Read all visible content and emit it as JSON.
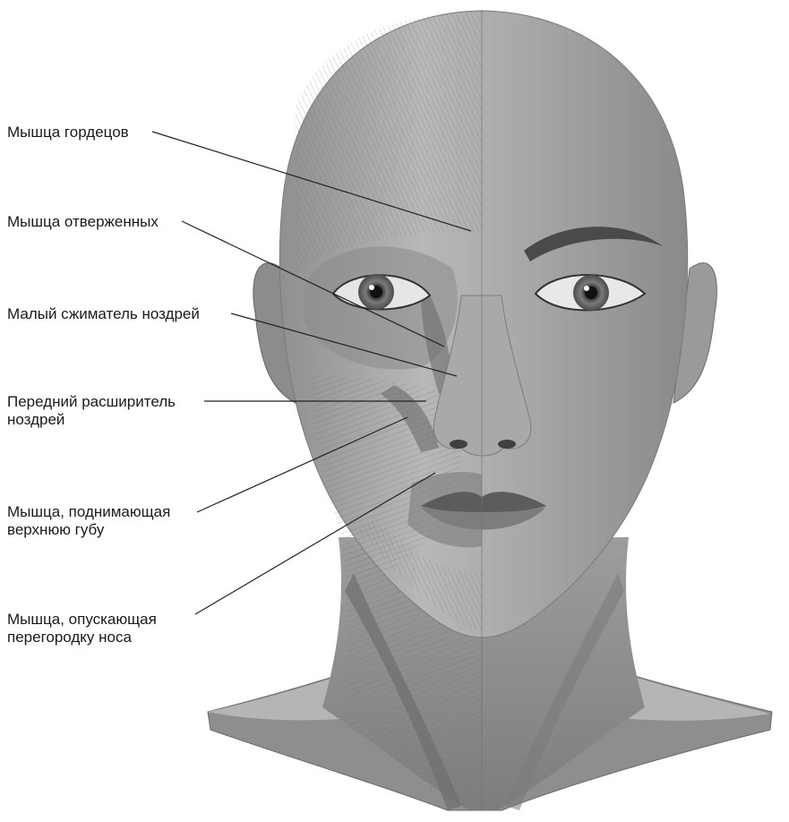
{
  "labels": [
    {
      "lines": [
        "Мышца гордецов"
      ]
    },
    {
      "lines": [
        "Мышца отверженных"
      ]
    },
    {
      "lines": [
        "Малый сжиматель ноздрей"
      ]
    },
    {
      "lines": [
        "Передний расширитель",
        "ноздрей"
      ]
    },
    {
      "lines": [
        "Мышца, поднимающая",
        "верхнюю губу"
      ]
    },
    {
      "lines": [
        "Мышца, опускающая",
        "перегородку носа"
      ]
    }
  ],
  "colors": {
    "leader_line": "#222222",
    "skin_light": "#c9c9c9",
    "skin_mid": "#9a9a9a",
    "muscle_dark": "#7e7e7e",
    "shadow": "#5a5a5a"
  }
}
